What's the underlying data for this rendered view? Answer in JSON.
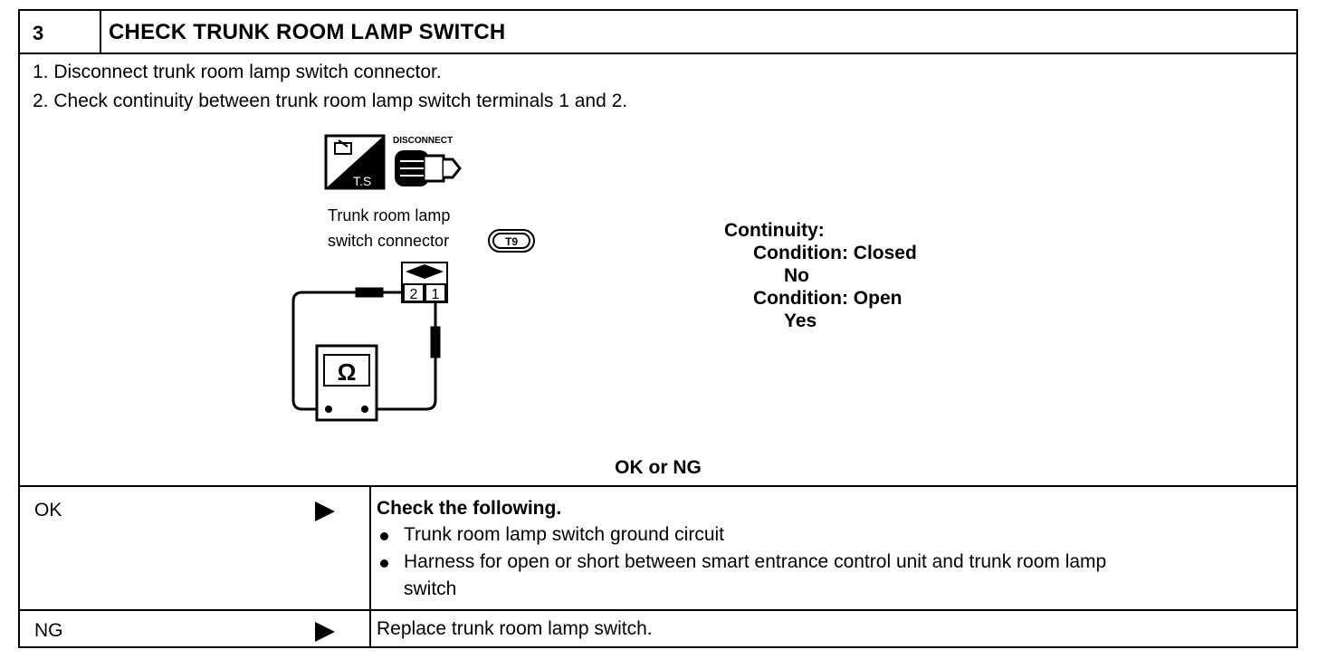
{
  "header": {
    "step_number": "3",
    "title": "CHECK TRUNK ROOM LAMP SWITCH"
  },
  "steps": [
    "1.  Disconnect trunk room lamp switch connector.",
    "2.  Check continuity between trunk room lamp switch terminals 1 and 2."
  ],
  "diagram": {
    "icon_ts_label": "T.S",
    "icon_disconnect_label": "DISCONNECT",
    "connector_label_line1": "Trunk  room  lamp",
    "connector_label_line2": "switch  connector",
    "connector_id": "T9",
    "terminal_left": "2",
    "terminal_right": "1",
    "meter_symbol": "Ω"
  },
  "continuity": {
    "heading": "Continuity:",
    "row1": "Condition: Closed",
    "row1_value": "No",
    "row2": "Condition: Open",
    "row2_value": "Yes"
  },
  "result_prompt": "OK or NG",
  "ok_row": {
    "label": "OK",
    "heading": "Check the following.",
    "items": [
      "Trunk room lamp switch ground circuit",
      "Harness for open or short between smart entrance control unit and trunk room lamp",
      "switch"
    ]
  },
  "ng_row": {
    "label": "NG",
    "action": "Replace trunk room lamp switch."
  }
}
